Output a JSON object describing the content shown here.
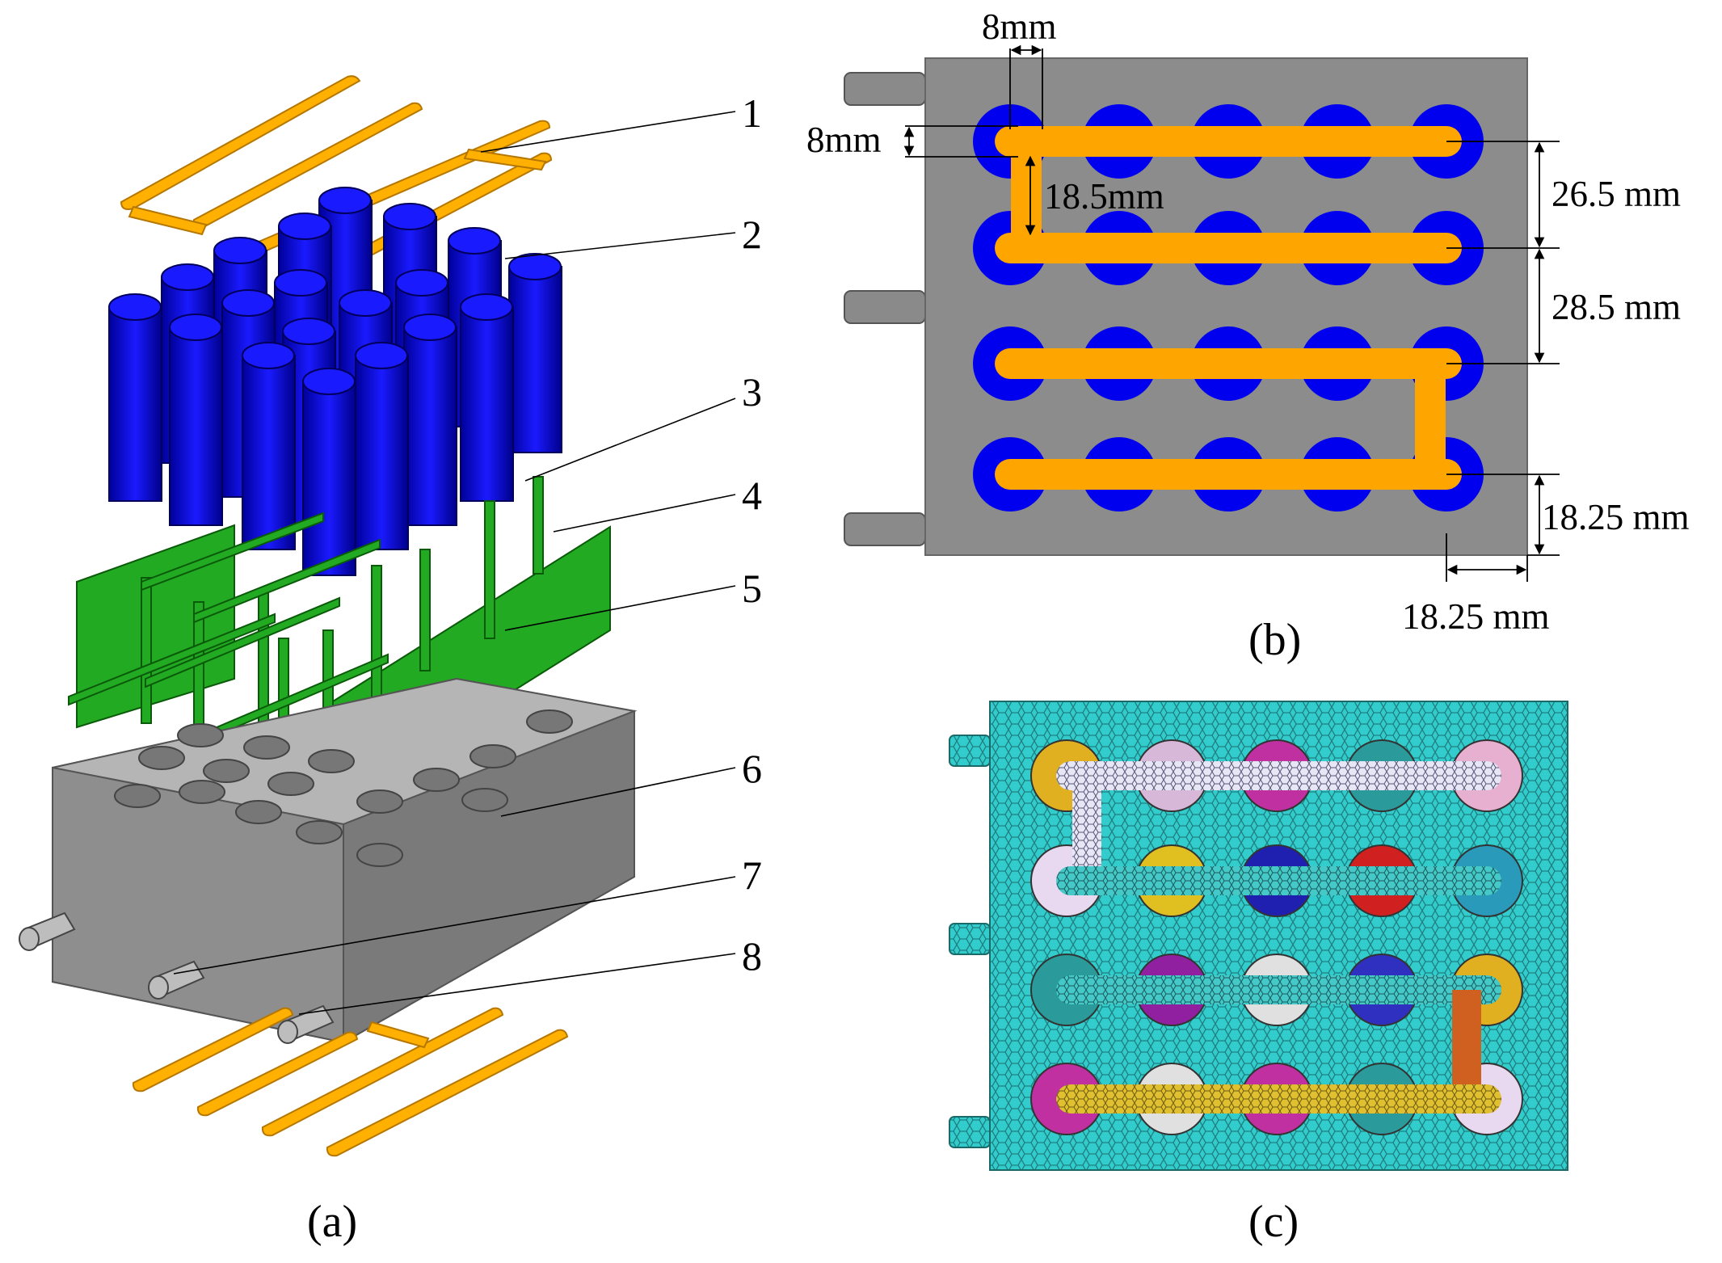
{
  "panel_labels": {
    "a": "(a)",
    "b": "(b)",
    "c": "(c)"
  },
  "callouts": [
    "1",
    "2",
    "3",
    "4",
    "5",
    "6",
    "7",
    "8"
  ],
  "dimensions": {
    "pipe_width_top": "8mm",
    "pipe_width_left": "8mm",
    "vertical_connector": "18.5mm",
    "row_spacing_1": "26.5 mm",
    "row_spacing_2": "28.5 mm",
    "edge_vertical": "18.25 mm",
    "edge_horizontal": "18.25 mm"
  },
  "colors": {
    "heat_pipe": "#ffa500",
    "battery": "#0000ee",
    "frame": "#1a9a1a",
    "block": "#8c8c8c",
    "mesh_background": "#33cccc"
  }
}
